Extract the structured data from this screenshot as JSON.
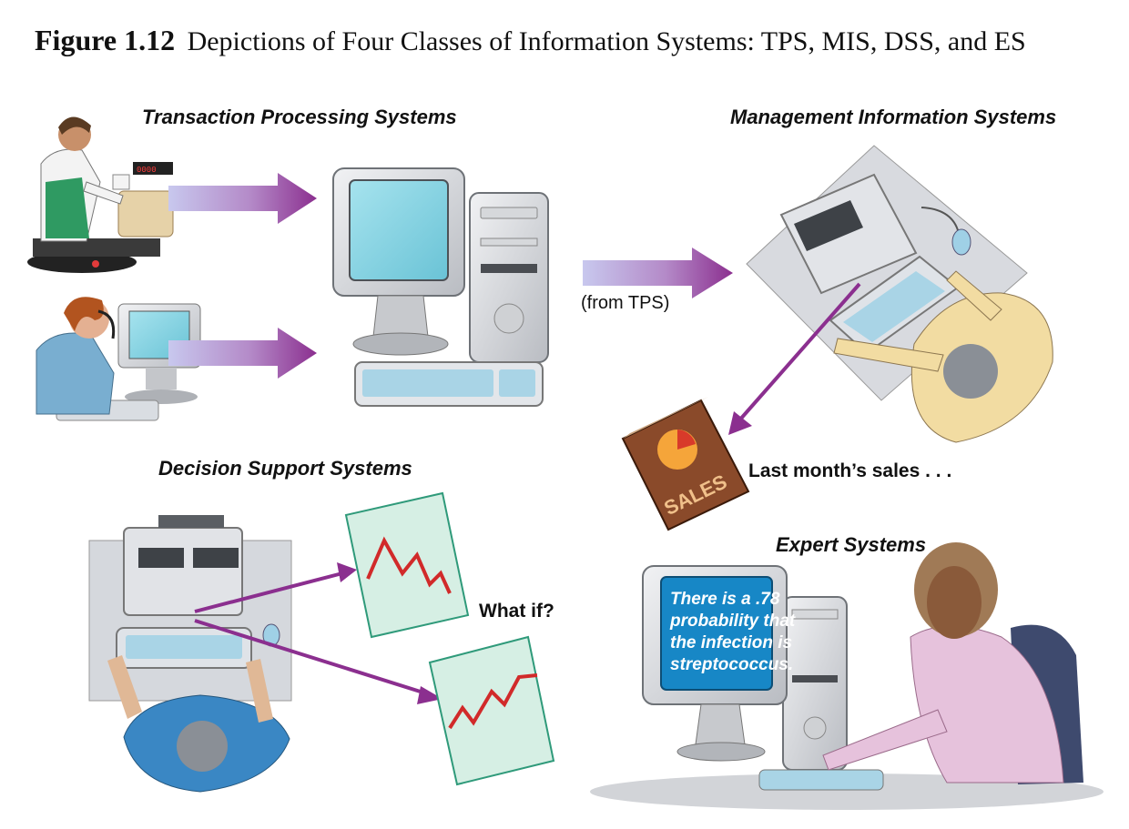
{
  "figure": {
    "number": "Figure 1.12",
    "caption": "Depictions of Four Classes of Information Systems: TPS, MIS, DSS, and ES"
  },
  "sections": {
    "tps": {
      "label": "Transaction Processing Systems"
    },
    "mis": {
      "label": "Management Information Systems"
    },
    "dss": {
      "label": "Decision Support Systems"
    },
    "es": {
      "label": "Expert Systems"
    }
  },
  "annotations": {
    "from_tps": "(from TPS)",
    "last_month": "Last month’s sales . . .",
    "what_if": "What if?",
    "sales_book": "SALES",
    "register_display": "0000"
  },
  "expert_screen": {
    "lines": [
      "There is a .78",
      "probability that",
      "the infection is",
      "streptococcus."
    ]
  },
  "colors": {
    "arrow_purple": "#8b2f8f",
    "screen_cyan": "#8fd6e4",
    "screen_blue": "#1787c6",
    "chart_green": "#d6efe4",
    "chart_line": "#d12a2a",
    "book_brown": "#8a4a2a"
  }
}
